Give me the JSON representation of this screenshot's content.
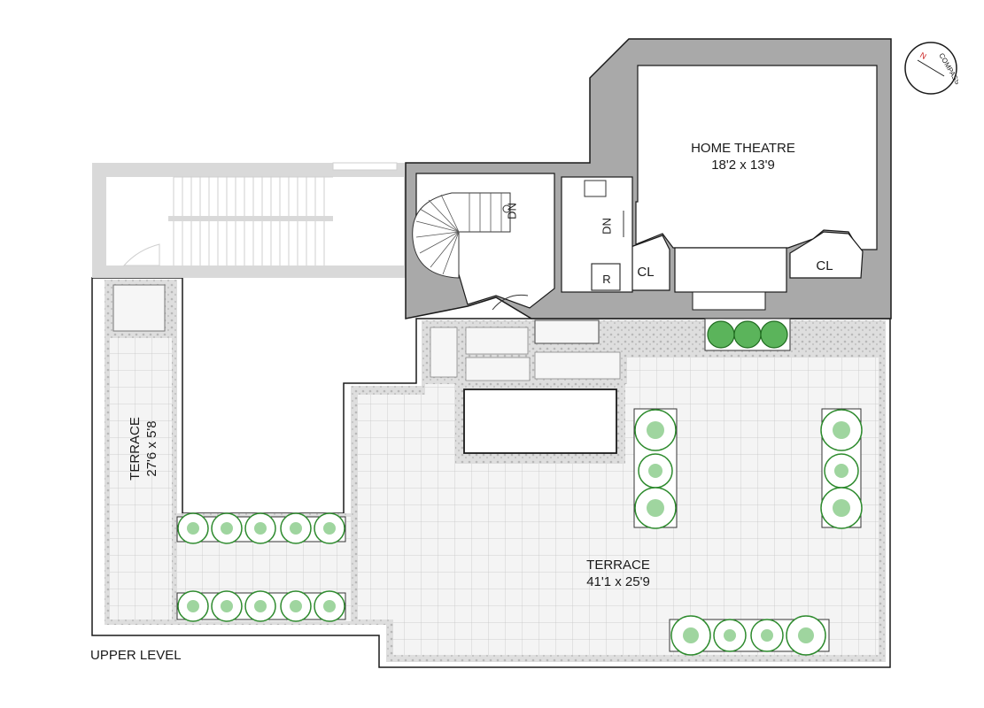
{
  "rooms": {
    "home_theatre": {
      "name": "HOME THEATRE",
      "size": "18'2 x 13'9"
    },
    "terrace_main": {
      "name": "TERRACE",
      "size": "41'1 x 25'9"
    },
    "terrace_left": {
      "name": "TERRACE",
      "size": "27'6 x 5'8"
    },
    "closet_left": "CL",
    "closet_right": "CL",
    "refrigerator": "R",
    "stair_down": "DN",
    "hall_down": "DN"
  },
  "level_label": "UPPER LEVEL",
  "compass_text": "COMPASS",
  "compass_north": "N",
  "colors": {
    "wall": "#a9a9a9",
    "paving_border": "#d7d7d7",
    "paving_tile": "#f2f2f2",
    "grid_line": "#c4c4c4",
    "outline": "#1a1a1a",
    "plant": "#3c9a3c",
    "compass_north": "#cc2222"
  }
}
